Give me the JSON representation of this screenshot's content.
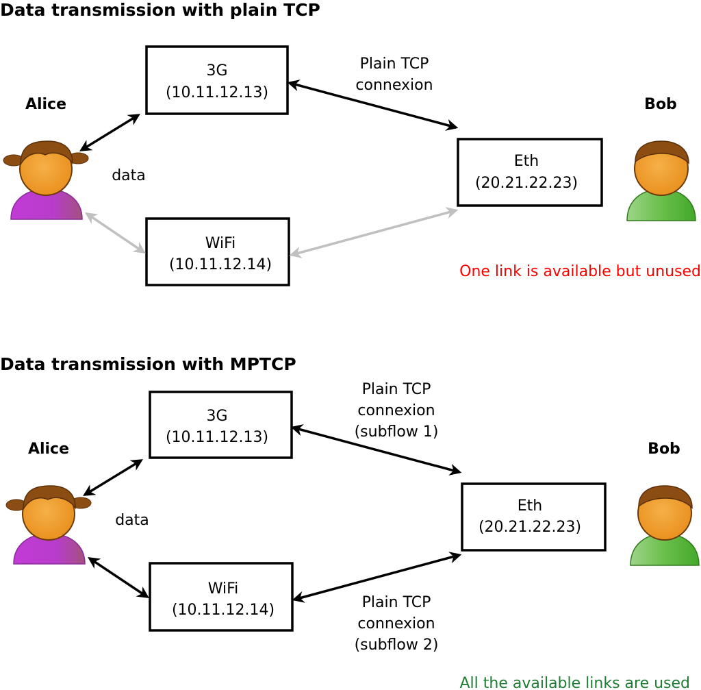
{
  "colors": {
    "active_link": "#000000",
    "unused_link": "#c0c0c0",
    "warning_note": "#ff0000",
    "success_note": "#1e7d32",
    "alice_shirt": "#c23bd6",
    "bob_shirt": "#6abf4b",
    "skin": "#f0a030",
    "hair": "#8b4d12"
  },
  "icons": {
    "alice": "girl-avatar-icon",
    "bob": "boy-avatar-icon"
  },
  "top": {
    "title": "Data transmission with plain TCP",
    "alice_label": "Alice",
    "bob_label": "Bob",
    "data_label": "data",
    "box_3g": {
      "line1": "3G",
      "line2": "(10.11.12.13)"
    },
    "box_wifi": {
      "line1": "WiFi",
      "line2": "(10.11.12.14)"
    },
    "box_eth": {
      "line1": "Eth",
      "line2": "(20.21.22.23)"
    },
    "link_3g_label": {
      "line1": "Plain TCP",
      "line2": "connexion"
    },
    "note": "One link is available but unused"
  },
  "bottom": {
    "title": "Data transmission with MPTCP",
    "alice_label": "Alice",
    "bob_label": "Bob",
    "data_label": "data",
    "box_3g": {
      "line1": "3G",
      "line2": "(10.11.12.13)"
    },
    "box_wifi": {
      "line1": "WiFi",
      "line2": "(10.11.12.14)"
    },
    "box_eth": {
      "line1": "Eth",
      "line2": "(20.21.22.23)"
    },
    "link_3g_label": {
      "line1": "Plain TCP",
      "line2": "connexion",
      "line3": "(subflow 1)"
    },
    "link_wifi_label": {
      "line1": "Plain TCP",
      "line2": "connexion",
      "line3": "(subflow 2)"
    },
    "note": "All the available links are used"
  }
}
